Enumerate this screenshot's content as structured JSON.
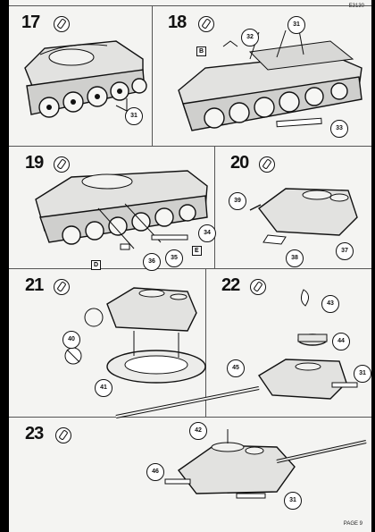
{
  "header_code": "E3130",
  "footer_page": "PAGE 9",
  "steps": [
    {
      "number": "17",
      "callouts": [
        "31"
      ]
    },
    {
      "number": "18",
      "callouts": [
        "32",
        "31",
        "33"
      ],
      "tags": [
        "B"
      ]
    },
    {
      "number": "19",
      "callouts": [
        "34",
        "35",
        "36"
      ],
      "tags": [
        "D",
        "E"
      ]
    },
    {
      "number": "20",
      "callouts": [
        "39",
        "38",
        "37"
      ]
    },
    {
      "number": "21",
      "callouts": [
        "40",
        "41"
      ]
    },
    {
      "number": "22",
      "callouts": [
        "43",
        "44",
        "45",
        "31"
      ]
    },
    {
      "number": "23",
      "callouts": [
        "42",
        "46",
        "31"
      ]
    }
  ]
}
